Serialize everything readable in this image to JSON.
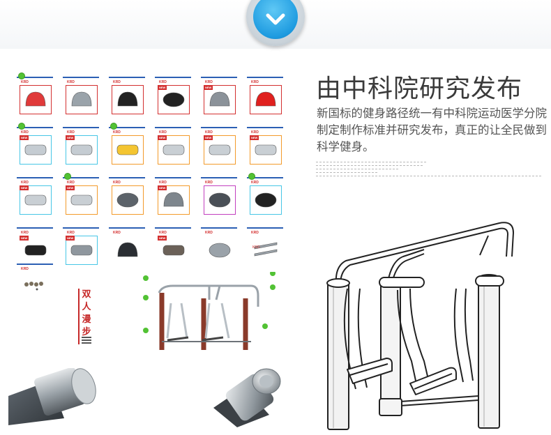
{
  "banner": {
    "badge_icon": "chevron-down-icon",
    "accent": "#1e9be0"
  },
  "title": "由中科院研究发布",
  "description": "新国标的健身路径统一有中科院运动医学分院制定制作标准并研究发布，真正的让全民做到科学健身。",
  "parts": {
    "brand": "KRD",
    "new_label": "NEW",
    "items": [
      {
        "name": "red-dome-cap",
        "color": "#e03a3a",
        "border": "#d32f2f"
      },
      {
        "name": "silver-dome-cap",
        "color": "#9aa3aa",
        "border": "#d32f2f"
      },
      {
        "name": "black-dome-cap",
        "color": "#222222",
        "border": "#d32f2f"
      },
      {
        "name": "black-flange-ring",
        "color": "#222222",
        "border": "#d32f2f"
      },
      {
        "name": "gray-dome-cap",
        "color": "#8b9299",
        "border": "#d32f2f"
      },
      {
        "name": "red-cap",
        "color": "#e0201e",
        "border": "#d32f2f"
      },
      {
        "name": "tube-joint-a",
        "color": "#c5ccd2",
        "border": "#46c6e6"
      },
      {
        "name": "tube-joint-b",
        "color": "#c5ccd2",
        "border": "#46c6e6"
      },
      {
        "name": "yellow-pedal",
        "color": "#f4c531",
        "border": "#f39a2a"
      },
      {
        "name": "gray-pedal-a",
        "color": "#c9cfd4",
        "border": "#f39a2a"
      },
      {
        "name": "gray-pedal-b",
        "color": "#c9cfd4",
        "border": "#f39a2a"
      },
      {
        "name": "gray-pedal-c",
        "color": "#c9cfd4",
        "border": "#f39a2a"
      },
      {
        "name": "long-pedal-a",
        "color": "#c9cfd4",
        "border": "#46c6e6"
      },
      {
        "name": "long-pedal-b",
        "color": "#c9cfd4",
        "border": "#f39a2a"
      },
      {
        "name": "bearing-pair",
        "color": "#5c636a",
        "border": "#f39a2a"
      },
      {
        "name": "bearing-seat",
        "color": "#7e868d",
        "border": "#f39a2a"
      },
      {
        "name": "washer-set",
        "color": "#4a5057",
        "border": "#c23fbf"
      },
      {
        "name": "spring-rack",
        "color": "#222222",
        "border": "#46c6e6"
      },
      {
        "name": "black-clamp",
        "color": "#222222",
        "border": "#ffffff"
      },
      {
        "name": "steel-clamp",
        "color": "#8f979e",
        "border": "#46c6e6"
      },
      {
        "name": "black-bearing",
        "color": "#2a2e33",
        "border": "#ffffff"
      },
      {
        "name": "bolt-bushing",
        "color": "#6b6158",
        "border": "#ffffff"
      },
      {
        "name": "flange-plate",
        "color": "#9aa2a9",
        "border": "#ffffff"
      },
      {
        "name": "steel-pins",
        "color": "#9aa2a9",
        "border": "#ffffff"
      }
    ],
    "extra_caption": "KRD",
    "screws_label": "KRD"
  },
  "product_label": "双人漫步",
  "icons": {
    "machine": "air-walker-icon",
    "sketch": "air-walker-sketch-icon",
    "pipe": "pipe-end-icon"
  }
}
